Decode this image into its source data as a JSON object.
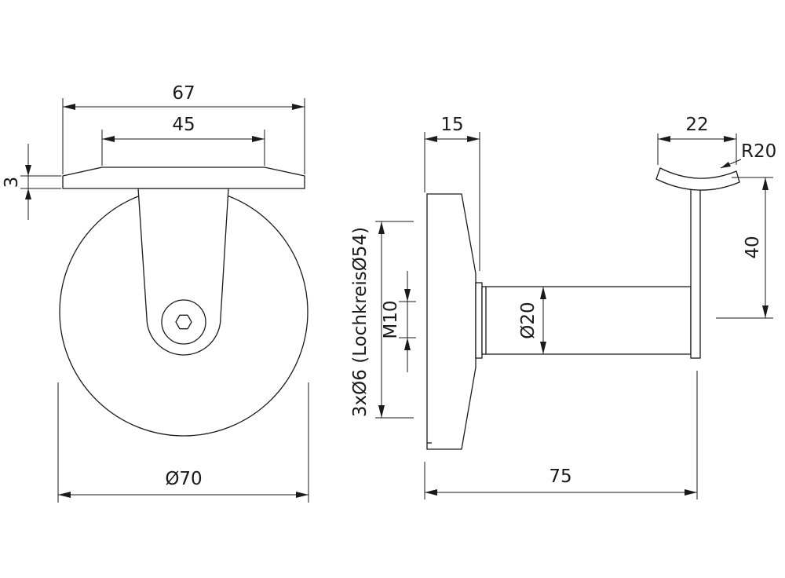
{
  "dimensions": {
    "front_width": "67",
    "top_width": "45",
    "plate_thickness": "3",
    "disc_diameter": "Ø70",
    "depth_plate": "15",
    "saddle_width": "22",
    "saddle_radius": "R20",
    "bracket_height": "40",
    "hole_spec": "3xØ6 (Lochkreis",
    "hole_spec_suffix": "Ø54)",
    "thread": "M10",
    "post_diameter": "Ø20",
    "overall_depth": "75"
  }
}
